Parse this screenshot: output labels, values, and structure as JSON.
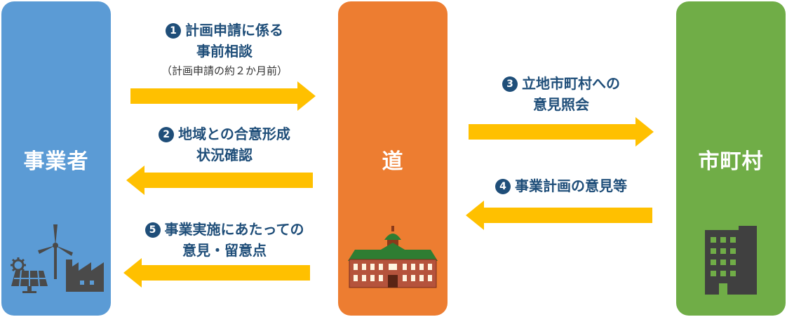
{
  "columns": {
    "left": "事業者",
    "middle": "道",
    "right": "市町村"
  },
  "steps": [
    {
      "num": "1",
      "line1": "計画申請に係る",
      "line2": "事前相談",
      "sub": "（計画申請の約２か月前）"
    },
    {
      "num": "2",
      "line1": "地域との合意形成",
      "line2": "状況確認"
    },
    {
      "num": "3",
      "line1": "立地市町村への",
      "line2": "意見照会"
    },
    {
      "num": "4",
      "line1": "事業計画の意見等"
    },
    {
      "num": "5",
      "line1": "事業実施にあたっての",
      "line2": "意見・留意点"
    }
  ],
  "colors": {
    "left_column": "#5b9bd5",
    "middle_column": "#ed7d31",
    "right_column": "#70ad47",
    "arrow": "#ffc000",
    "label_text": "#1f4e79"
  },
  "icons": [
    "solar-panel-icon",
    "wind-turbine-icon",
    "gear-icon",
    "factory-icon",
    "government-building-icon",
    "office-building-icon"
  ]
}
